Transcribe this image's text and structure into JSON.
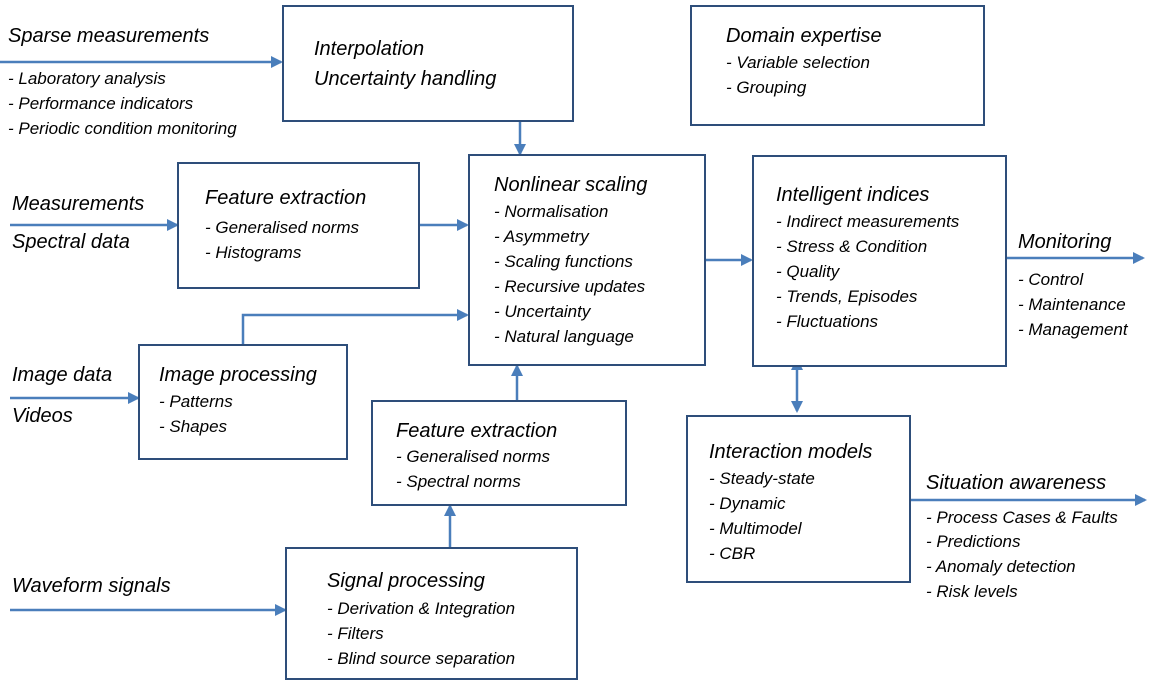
{
  "colors": {
    "box_border": "#2e4e7a",
    "arrow": "#4a7ebb"
  },
  "inputs": {
    "sparse_measurements": "Sparse measurements",
    "sparse_items": [
      "- Laboratory analysis",
      "- Performance indicators",
      "- Periodic condition monitoring"
    ],
    "measurements": "Measurements",
    "spectral_data": "Spectral data",
    "image_data": "Image data",
    "videos": "Videos",
    "waveform_signals": "Waveform signals"
  },
  "boxes": {
    "interpolation": {
      "line1": "Interpolation",
      "line2": "Uncertainty handling"
    },
    "domain_expertise": {
      "title": "Domain expertise",
      "items": [
        "- Variable selection",
        "- Grouping"
      ]
    },
    "feature_extraction_1": {
      "title": "Feature extraction",
      "items": [
        "- Generalised norms",
        "- Histograms"
      ]
    },
    "nonlinear_scaling": {
      "title": "Nonlinear scaling",
      "items": [
        "- Normalisation",
        "- Asymmetry",
        "- Scaling functions",
        "- Recursive updates",
        "- Uncertainty",
        "- Natural language"
      ]
    },
    "intelligent_indices": {
      "title": "Intelligent indices",
      "items": [
        "- Indirect measurements",
        "- Stress & Condition",
        "- Quality",
        "- Trends, Episodes",
        "- Fluctuations"
      ]
    },
    "image_processing": {
      "title": "Image processing",
      "items": [
        "- Patterns",
        "- Shapes"
      ]
    },
    "feature_extraction_2": {
      "title": "Feature extraction",
      "items": [
        "- Generalised norms",
        "- Spectral norms"
      ]
    },
    "interaction_models": {
      "title": "Interaction models",
      "items": [
        "- Steady-state",
        "- Dynamic",
        "- Multimodel",
        "- CBR"
      ]
    },
    "signal_processing": {
      "title": "Signal processing",
      "items": [
        "- Derivation & Integration",
        "- Filters",
        "- Blind source separation"
      ]
    }
  },
  "outputs": {
    "monitoring": {
      "title": "Monitoring",
      "items": [
        "- Control",
        "- Maintenance",
        "- Management"
      ]
    },
    "situation_awareness": {
      "title": "Situation awareness",
      "items": [
        "- Process Cases & Faults",
        "- Predictions",
        "- Anomaly detection",
        "- Risk levels"
      ]
    }
  }
}
